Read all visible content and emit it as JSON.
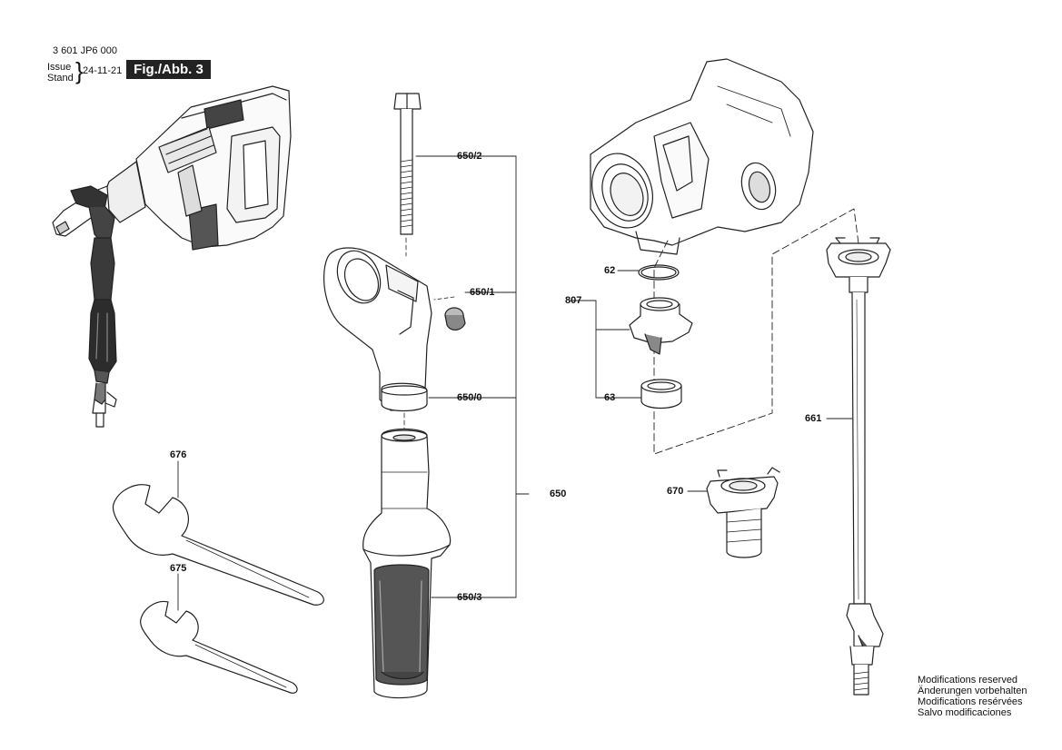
{
  "header": {
    "doc_number": "3 601 JP6 000",
    "issue_label": "Issue",
    "stand_label": "Stand",
    "date": "24-11-21",
    "figure": "Fig./Abb. 3"
  },
  "labels": {
    "p650_2": "650/2",
    "p650_1": "650/1",
    "p650_0": "650/0",
    "p650": "650",
    "p650_3": "650/3",
    "p62": "62",
    "p807": "807",
    "p63": "63",
    "p661": "661",
    "p670": "670",
    "p676": "676",
    "p675": "675"
  },
  "notes": [
    "Modifications reserved",
    "Änderungen vorbehalten",
    "Modifications resérvées",
    "Salvo modificaciones"
  ]
}
